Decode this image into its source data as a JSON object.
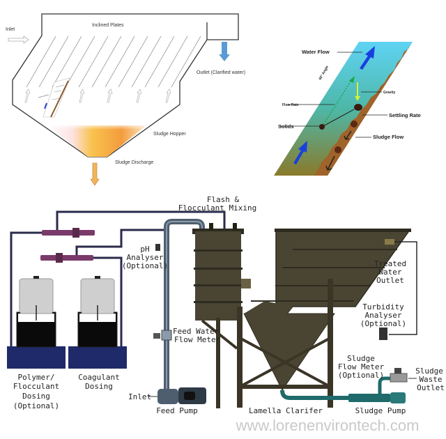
{
  "top_left_diagram": {
    "labels": {
      "inlet": "Inlet",
      "inclined_plates": "Inclined Plates",
      "outlet": "Outlet (Clarified water)",
      "sludge_hopper": "Sludge Hopper",
      "sludge_discharge": "Sludge Discharge"
    },
    "colors": {
      "outlet_arrow": "#5b9bd5",
      "hopper_gradient_start": "#fde3e3",
      "hopper_gradient_mid": "#f9c24e",
      "hopper_gradient_end": "#f39c3c",
      "discharge_arrow": "#f2b35a"
    }
  },
  "top_right_diagram": {
    "labels": {
      "water_flow": "Water Flow",
      "angle": "60° Angle",
      "gravity": "Gravity",
      "flow_rate": "Flow Rate",
      "settling_rate": "Settling Rate",
      "solids": "Solids",
      "sludge_flow": "Sludge Flow"
    },
    "colors": {
      "water_top": "#5fd3f3",
      "water_bottom": "#8a7a2a",
      "sludge": "#a0632a",
      "flow_arrow": "#1a3fe0",
      "gravity_arrow": "#d6f03a",
      "flow_rate_line": "#18a84a"
    }
  },
  "process_diagram": {
    "labels": {
      "flash_mixing": [
        "Flash &",
        "Flocculant Mixing"
      ],
      "ph_analyser": [
        "pH",
        "Analyser",
        "(Optional)"
      ],
      "treated_water_outlet": [
        "Treated",
        "Water",
        "Outlet"
      ],
      "turbidity_analyser": [
        "Turbidity",
        "Analyser",
        "(Optional)"
      ],
      "feed_water_flow_meter": [
        "Feed Water",
        "Flow Meter"
      ],
      "polymer_dosing": [
        "Polymer/",
        "Flocculant",
        "Dosing",
        "(Optional)"
      ],
      "coagulant_dosing": [
        "Coagulant",
        "Dosing"
      ],
      "inlet": "Inlet",
      "feed_pump": "Feed Pump",
      "lamella_clarifier": "Lamella Clarifer",
      "sludge_flow_meter": [
        "Sludge",
        "Flow Meter",
        "(Optional)"
      ],
      "sludge_waste_outlet": [
        "Sludge",
        "Waste",
        "Outlet"
      ],
      "sludge_pump": "Sludge Pump"
    },
    "colors": {
      "tank_body": "#4a4533",
      "tank_dark": "#2e2b20",
      "dosing_pipe": "#2a2a4a",
      "dosing_pump": "#7a3a6a",
      "feed_pipe": "#4e5e6e",
      "dosing_base": "#1f2a6a",
      "chem_tank": "#cfcfcf",
      "sludge_pipe": "#1f6a6a"
    }
  },
  "watermark": "www.lorenenvirontech.com"
}
